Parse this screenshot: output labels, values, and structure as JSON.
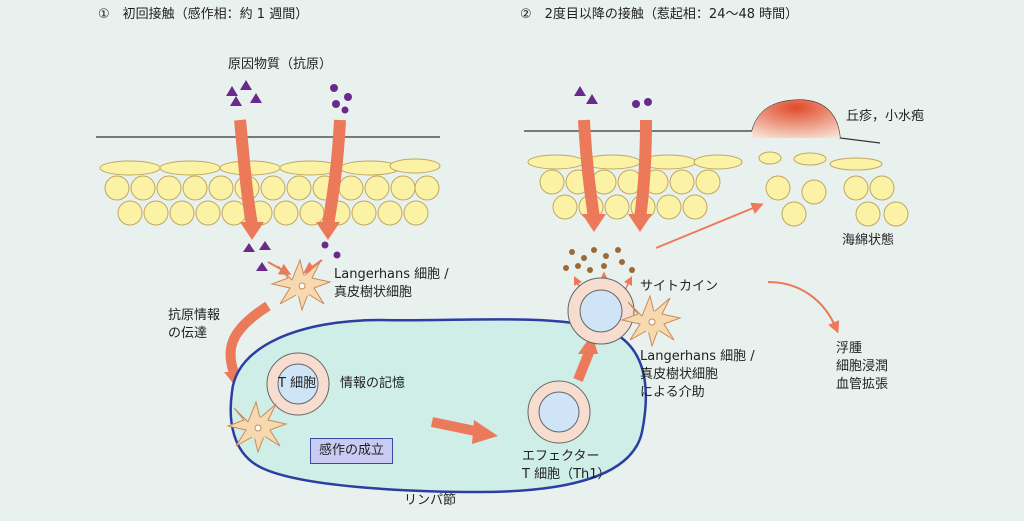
{
  "panel1": {
    "title": "①　初回接触（感作相：約 1 週間）",
    "antigen_label": "原因物質（抗原）",
    "langerhans_label": "Langerhans 細胞 /\n真皮樹状細胞",
    "transfer_label": "抗原情報\nの伝達",
    "tcell_label": "T 細胞",
    "memory_label": "情報の記憶",
    "sensitization_label": "感作の成立",
    "lymph_node_label": "リンパ節",
    "effector_label": "エフェクター\nT 細胞（Th1）"
  },
  "panel2": {
    "title": "②　2度目以降の接触（惹起相：24〜48 時間）",
    "papule_label": "丘疹，小水疱",
    "spongiosis_label": "海綿状態",
    "cytokine_label": "サイトカイン",
    "langerhans_label": "Langerhans 細胞 /\n真皮樹状細胞\nによる介助",
    "edema_label": "浮腫\n細胞浸潤\n血管拡張"
  },
  "colors": {
    "background": "#e9f1ef",
    "arrow": "#ec7a5a",
    "antigen": "#6a2a8c",
    "lymph_fill": "#cfeee7",
    "lymph_border": "#2c3ea0",
    "keratinocyte": "#fbf2a6",
    "cell_ring": "#f7dcd0",
    "cell_core": "#cfe4f6",
    "papule": "#e8654a"
  }
}
